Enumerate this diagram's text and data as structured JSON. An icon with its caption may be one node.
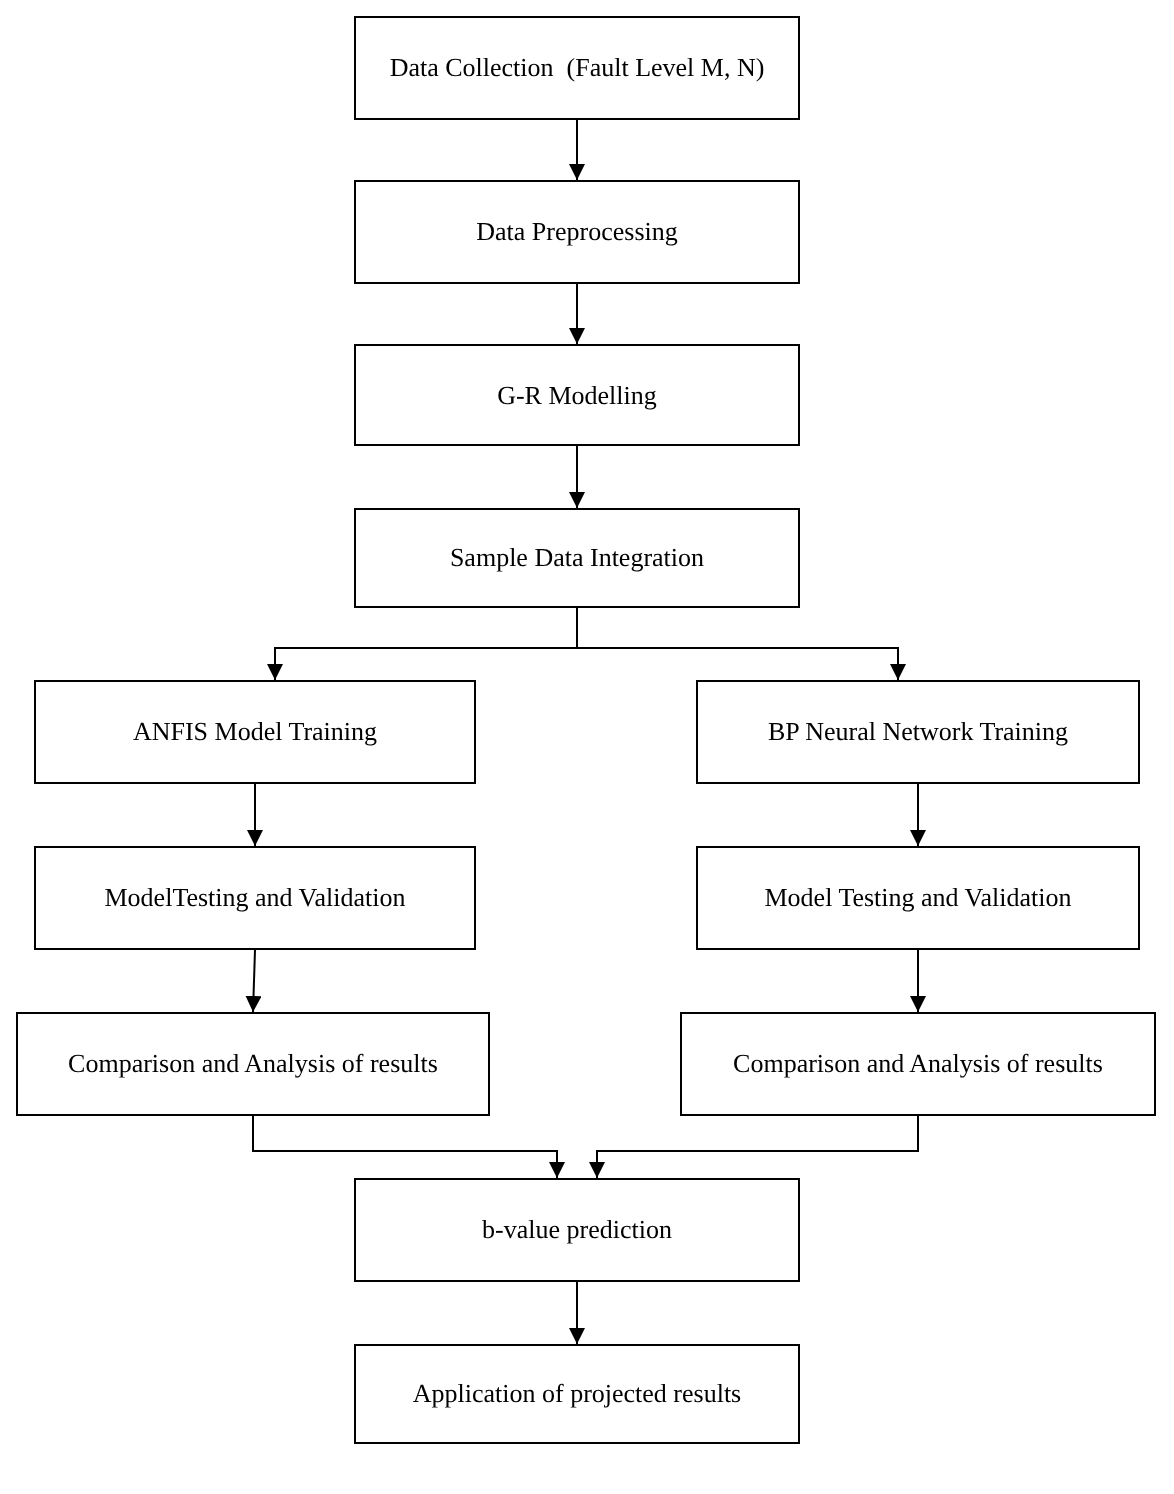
{
  "diagram": {
    "nodes": [
      {
        "text": [
          "Data Collection  (Fault Level M, N)"
        ]
      },
      {
        "text": [
          "Data Preprocessing"
        ]
      },
      {
        "text": [
          "G-R Modelling"
        ]
      },
      {
        "text": [
          "Sample Data Integration"
        ]
      },
      {
        "text": [
          "ANFIS Model Training"
        ]
      },
      {
        "text": [
          "BP Neural Network Training"
        ]
      },
      {
        "text": [
          "ModelTesting and Validation"
        ]
      },
      {
        "text": [
          "Model Testing and Validation"
        ]
      },
      {
        "text": [
          "Comparison and Analysis of results"
        ]
      },
      {
        "text": [
          "Comparison and Analysis of results"
        ]
      },
      {
        "text": [
          "b-value prediction"
        ]
      },
      {
        "text": [
          "Application of projected results"
        ]
      }
    ],
    "edges": [
      {
        "from": 0,
        "to": 1,
        "arrow": "to"
      },
      {
        "from": 1,
        "to": 2,
        "arrow": "to"
      },
      {
        "from": 2,
        "to": 3,
        "arrow": "to"
      },
      {
        "from": 3,
        "to": 4,
        "arrow": "to"
      },
      {
        "from": 3,
        "to": 5,
        "arrow": "to"
      },
      {
        "from": 4,
        "to": 6,
        "arrow": "to"
      },
      {
        "from": 5,
        "to": 7,
        "arrow": "to"
      },
      {
        "from": 6,
        "to": 8,
        "arrow": "to"
      },
      {
        "from": 7,
        "to": 9,
        "arrow": "to"
      },
      {
        "from": 8,
        "to": 10,
        "arrow": "to"
      },
      {
        "from": 9,
        "to": 10,
        "arrow": "to"
      },
      {
        "from": 10,
        "to": 11,
        "arrow": "to"
      }
    ]
  }
}
